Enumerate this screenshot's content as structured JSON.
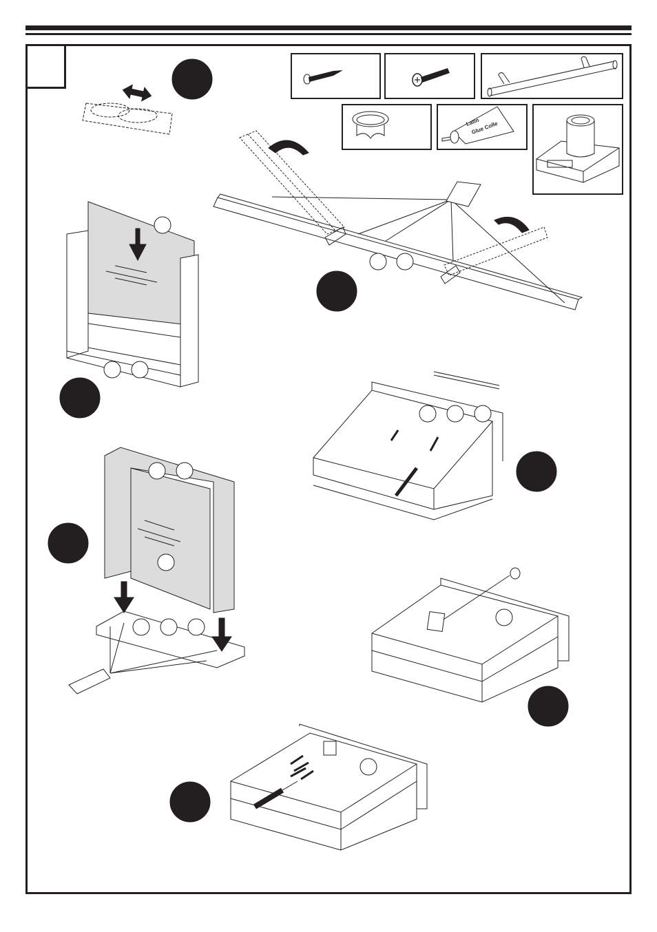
{
  "page": {
    "step_number": "",
    "step_circles": [
      "",
      "",
      "",
      "",
      "",
      "",
      ""
    ]
  },
  "parts": [
    {
      "name": "wood-screw",
      "label": ""
    },
    {
      "name": "machine-screw",
      "label": ""
    },
    {
      "name": "bar-handle",
      "label": ""
    },
    {
      "name": "lock-cylinder-ring",
      "label": ""
    },
    {
      "name": "glue-tube",
      "label": "Latin Glue Colle"
    },
    {
      "name": "cam-lock",
      "label": ""
    }
  ],
  "glue": {
    "brand_line1": "Latin",
    "brand_line2": "Glue Colle"
  },
  "colors": {
    "ink": "#231f20",
    "panel_fill": "#dcdcdc",
    "paper": "#ffffff"
  }
}
